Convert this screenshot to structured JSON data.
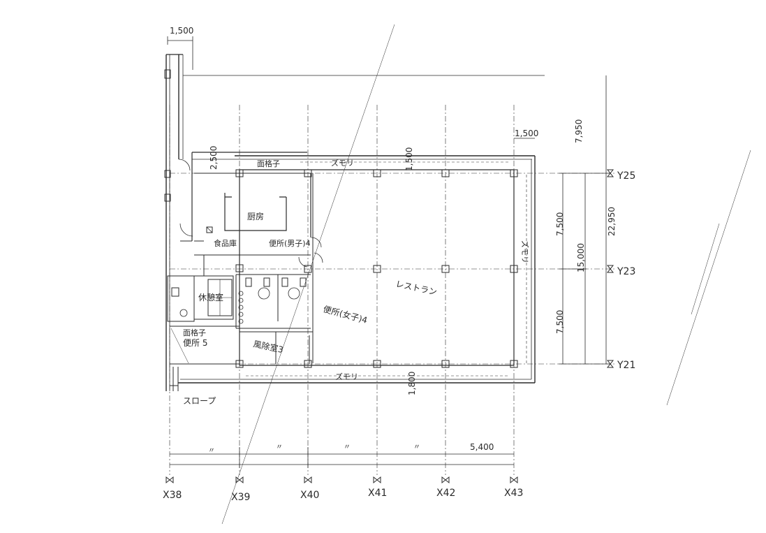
{
  "drawing": {
    "ink_color": "#2a2a2a",
    "grid_columns": [
      "X38",
      "X39",
      "X40",
      "X41",
      "X42",
      "X43"
    ],
    "grid_rows": [
      "Y25",
      "Y23",
      "Y21"
    ],
    "dimensions": {
      "top_wall_offset": "1,500",
      "top_right_offset": "1,500",
      "upper_margin": "7,950",
      "span_total": "22,950",
      "span_y25_y21": "15,000",
      "span_y25_y23": "7,500",
      "span_y23_y21": "7,500",
      "lattice_gap": "2,500",
      "upper_band": "1,500",
      "lower_band": "1,800",
      "bottom_span": "5,400"
    },
    "rooms": {
      "kitchen": "厨房",
      "food_store": "食品庫",
      "restroom_men": "便所(男子)4",
      "restroom_women": "便所(女子)4",
      "restaurant": "レストラン",
      "rest_room": "休憩室",
      "cleaning_room": "風除室3",
      "restroom_public": "便所 5",
      "lattice_upper": "面格子",
      "lattice_lower": "面格子",
      "frosted_top": "ズモリ",
      "frosted_right": "ズモリ",
      "frosted_bottom": "ズモリ",
      "slope": "スロープ"
    },
    "ditto_marks": [
      "〃",
      "〃",
      "〃",
      "〃"
    ]
  }
}
